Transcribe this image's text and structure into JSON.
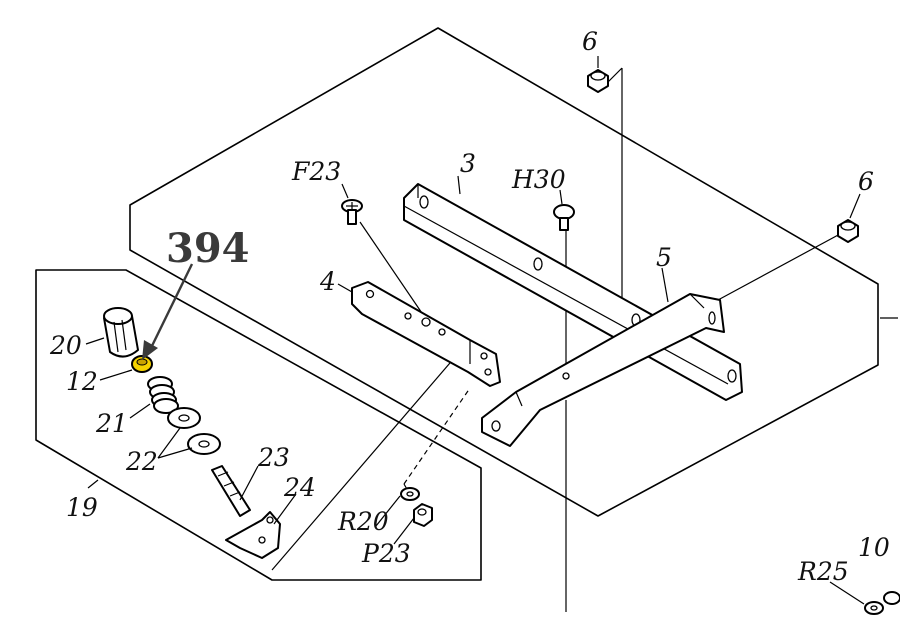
{
  "callout": {
    "label": "394",
    "highlight_color": "#f5d300",
    "arrow_color": "#3a3a3a"
  },
  "labels": {
    "p3": "3",
    "p4": "4",
    "p5": "5",
    "p6a": "6",
    "p6b": "6",
    "f23": "F23",
    "h30": "H30",
    "p10": "10",
    "r25": "R25",
    "p12": "12",
    "p19": "19",
    "p20": "20",
    "p21": "21",
    "p22": "22",
    "p23": "23",
    "p24": "24",
    "r20": "R20",
    "p23b": "P23"
  }
}
